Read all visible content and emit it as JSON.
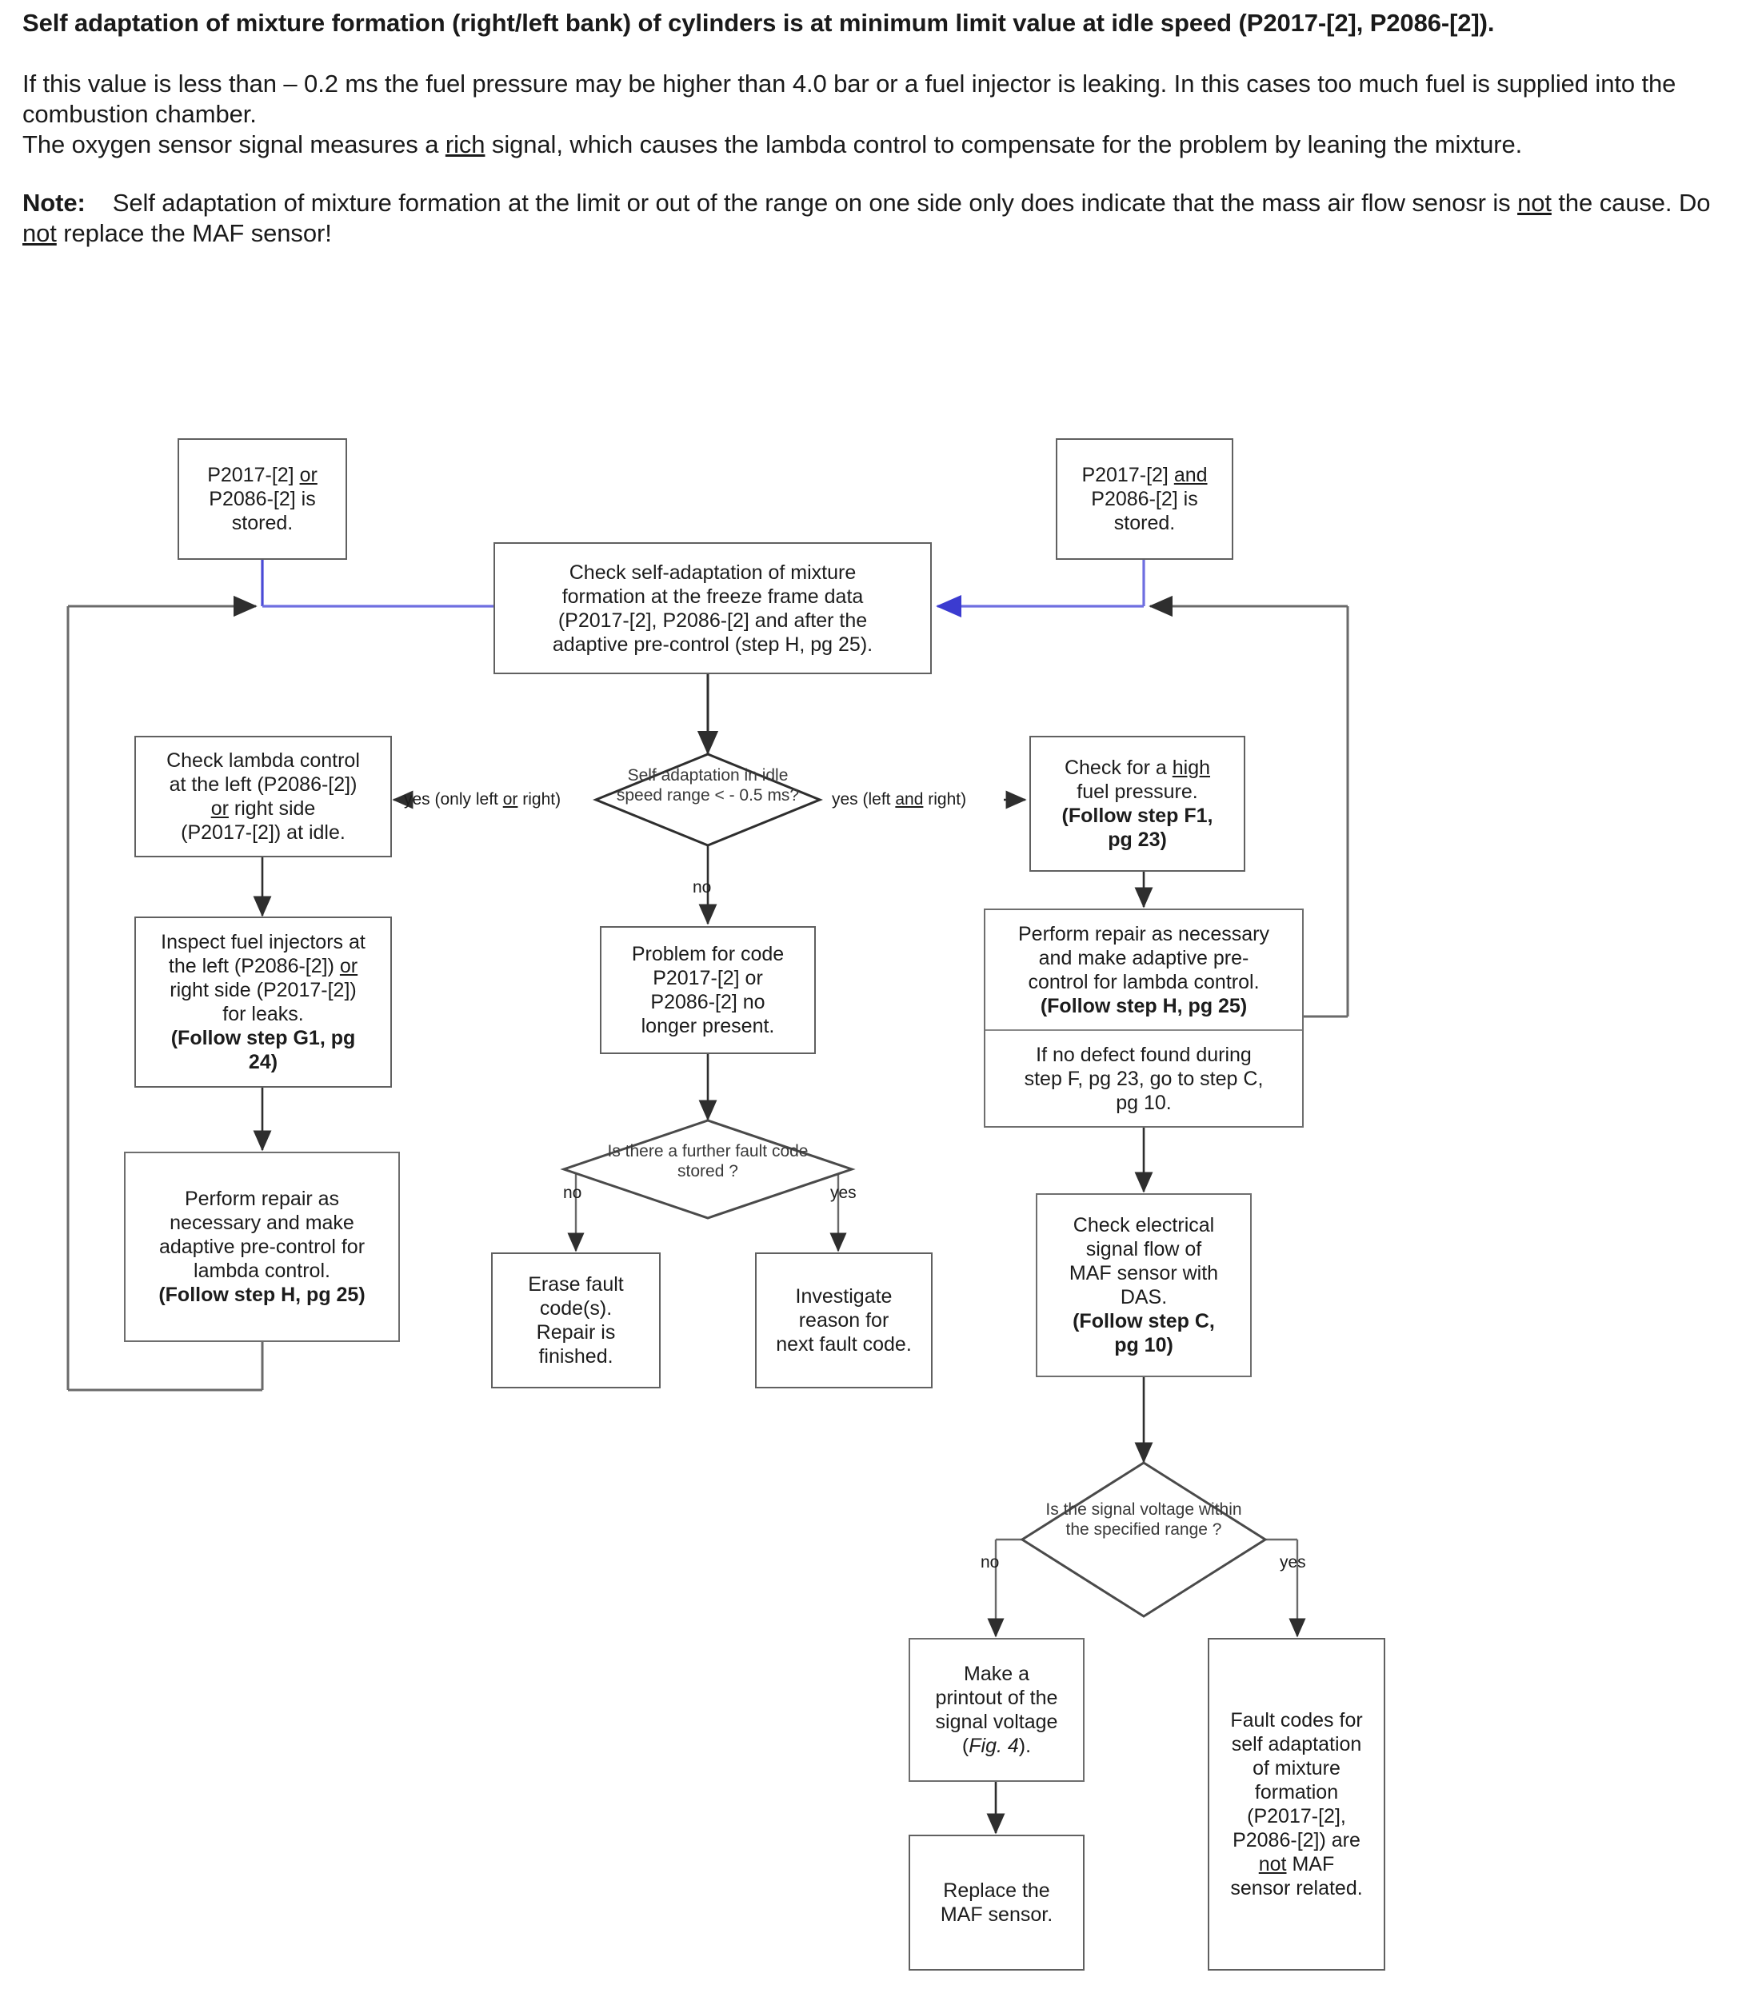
{
  "document": {
    "title_line1": "Self adaptation of mixture formation (right/left bank) of cylinders is at minimum limit value at idle speed",
    "title_line2": "(P2017-[2], P2086-[2]).",
    "para1_line1": "If this value is less than – 0.2 ms the fuel pressure may be higher than 4.0 bar or a fuel injector is leaking. In this",
    "para1_line2": "cases too much fuel is supplied into the combustion chamber.",
    "para2_pre": "The oxygen sensor signal measures a ",
    "para2_underline": "rich",
    "para2_post": " signal, which causes the lambda control to compensate for the problem",
    "para2_line2": "by leaning the mixture.",
    "note_label": "Note:",
    "note_line1": "Self adaptation of mixture formation at the limit or out of the range on one side only does indicate that the",
    "note_line2_a": "mass air flow senosr is ",
    "note_line2_u1": "not",
    "note_line2_b": " the cause. Do ",
    "note_line2_u2": "not",
    "note_line2_c": " replace the  MAF sensor!"
  },
  "flowchart": {
    "start_left": {
      "l1_pre": "P2017-[2] ",
      "l1_u": "or",
      "l2": "P2086-[2] is",
      "l3": "stored."
    },
    "start_right": {
      "l1_pre": "P2017-[2] ",
      "l1_u": "and",
      "l2": "P2086-[2] is",
      "l3": "stored."
    },
    "check_self_adaptation": {
      "l1": "Check self-adaptation of mixture",
      "l2": "formation at the freeze frame data",
      "l3": "(P2017-[2], P2086-[2] and after the",
      "l4": "adaptive pre-control (step H, pg 25)."
    },
    "decision_idle": {
      "l1": "Self adaptation",
      "l2": "in idle speed range",
      "l3": "< - 0.5 ms?"
    },
    "edge_yes_left_pre": "yes (only left ",
    "edge_yes_left_u": "or",
    "edge_yes_left_post": " right)",
    "edge_yes_right_pre": "yes (left ",
    "edge_yes_right_u": "and",
    "edge_yes_right_post": " right)",
    "edge_no_center": "no",
    "check_lambda": {
      "l1": "Check lambda control",
      "l2": "at the left (P2086-[2])",
      "l3_u": "or",
      "l3_post": " right side",
      "l4": "(P2017-[2]) at idle."
    },
    "inspect_injectors": {
      "l1": "Inspect fuel injectors at",
      "l2_pre": "the left (P2086-[2]) ",
      "l2_u": "or",
      "l3": "right side (P2017-[2])",
      "l4": "for leaks.",
      "l5": "(Follow step G1, pg",
      "l6": "24)"
    },
    "perform_repair_left": {
      "l1": "Perform repair as",
      "l2": "necessary and make",
      "l3": "adaptive pre-control for",
      "l4": "lambda control.",
      "l5": "(Follow step H, pg 25)"
    },
    "problem_code": {
      "l1": "Problem for code",
      "l2": "P2017-[2] or",
      "l3": "P2086-[2] no",
      "l4": "longer present."
    },
    "decision_further_fault": {
      "l1": "Is there a further",
      "l2": "fault code stored ?"
    },
    "edge_no_further": "no",
    "edge_yes_further": "yes",
    "erase_fault": {
      "l1": "Erase fault",
      "l2": "code(s).",
      "l3": "Repair is",
      "l4": "finished."
    },
    "investigate_reason": {
      "l1": "Investigate",
      "l2": "reason for",
      "l3": "next fault code."
    },
    "check_high_pressure": {
      "l1_pre": "Check for a ",
      "l1_u": "high",
      "l2": "fuel pressure.",
      "l3": "(Follow step F1,",
      "l4": "pg 23)"
    },
    "perform_repair_right": {
      "top_l1": "Perform repair as necessary",
      "top_l2": "and make adaptive pre-",
      "top_l3": "control for lambda control.",
      "top_l4": "(Follow step H, pg 25)",
      "bot_l1": "If no defect found during",
      "bot_l2": "step F, pg 23, go to step C,",
      "bot_l3": "pg 10."
    },
    "check_electrical": {
      "l1": "Check electrical",
      "l2": "signal flow of",
      "l3": "MAF sensor with",
      "l4": "DAS.",
      "l5": "(Follow step C,",
      "l6": "pg 10)"
    },
    "decision_voltage": {
      "l1": "Is the signal",
      "l2": "voltage  within the",
      "l3": "specified range ?"
    },
    "edge_no_voltage": "no",
    "edge_yes_voltage": "yes",
    "make_printout": {
      "l1": "Make a",
      "l2": "printout of the",
      "l3": "signal voltage",
      "l4_pre": "(",
      "l4_it": "Fig. 4",
      "l4_post": ")."
    },
    "replace_maf": {
      "l1": "Replace the",
      "l2": "MAF sensor."
    },
    "fault_codes_not_maf": {
      "l1": "Fault codes for",
      "l2": "self adaptation",
      "l3": "of mixture",
      "l4": "formation",
      "l5": "(P2017-[2],",
      "l6": "P2086-[2]) are",
      "l7_u": "not",
      "l7_post": "  MAF",
      "l8": "sensor related."
    }
  },
  "colors": {
    "arrow_blue": "#3b3bd0",
    "arrow_black": "#3a3a3a",
    "box_border": "#606060",
    "text": "#1c1c1c"
  }
}
